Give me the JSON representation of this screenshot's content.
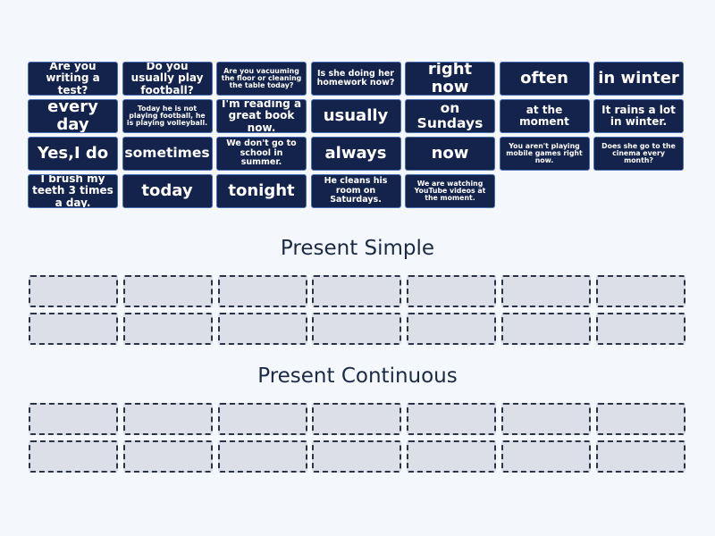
{
  "tiles": [
    {
      "text": "Are you writing a test?",
      "size": "s-m"
    },
    {
      "text": "Do you usually play football?",
      "size": "s-m"
    },
    {
      "text": "Are you vacuuming the floor or cleaning the table today?",
      "size": "s-xs"
    },
    {
      "text": "Is she doing her homework now?",
      "size": "s-s"
    },
    {
      "text": "right now",
      "size": "s-xl"
    },
    {
      "text": "often",
      "size": "s-xl"
    },
    {
      "text": "in winter",
      "size": "s-xl"
    },
    {
      "text": "every day",
      "size": "s-xl"
    },
    {
      "text": "Today he is not playing football, he is playing volleyball.",
      "size": "s-xs"
    },
    {
      "text": "I'm reading a great book now.",
      "size": "s-m"
    },
    {
      "text": "usually",
      "size": "s-xl"
    },
    {
      "text": "on Sundays",
      "size": "s-l"
    },
    {
      "text": "at the moment",
      "size": "s-m"
    },
    {
      "text": "It rains a lot in winter.",
      "size": "s-m"
    },
    {
      "text": "Yes,I do",
      "size": "s-xl"
    },
    {
      "text": "sometimes",
      "size": "s-l"
    },
    {
      "text": "We don't go to school in summer.",
      "size": "s-s"
    },
    {
      "text": "always",
      "size": "s-xl"
    },
    {
      "text": "now",
      "size": "s-xl"
    },
    {
      "text": "You aren't playing mobile games right now.",
      "size": "s-xs"
    },
    {
      "text": "Does she go to the cinema every month?",
      "size": "s-xs"
    },
    {
      "text": "I brush my teeth 3 times a day.",
      "size": "s-m"
    },
    {
      "text": "today",
      "size": "s-xl"
    },
    {
      "text": "tonight",
      "size": "s-xl"
    },
    {
      "text": "He cleans his room on Saturdays.",
      "size": "s-s"
    },
    {
      "text": "We are watching YouTube videos at the moment.",
      "size": "s-xs"
    }
  ],
  "groups": [
    {
      "title": "Present Simple",
      "slots": 14
    },
    {
      "title": "Present Continuous",
      "slots": 14
    }
  ],
  "colors": {
    "tile_bg": "#14234b",
    "tile_border": "#4b6fb4",
    "slot_bg": "#dcdfe8",
    "page_bg": "#f4f7fb"
  }
}
